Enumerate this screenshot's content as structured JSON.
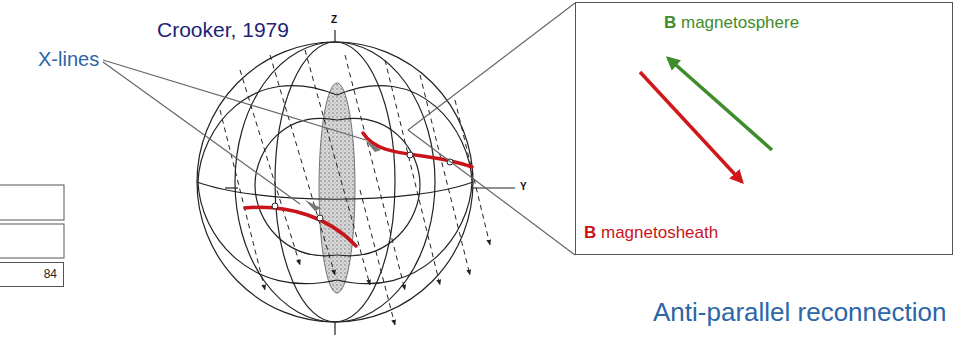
{
  "diagram": {
    "nodes": [
      {
        "text": [
          "B magnetosphere",
          "B magnetosheath"
        ]
      },
      {
        "text": [
          "84"
        ]
      }
    ],
    "labels": [
      "Crooker, 1979",
      "X-lines",
      "Z",
      "Y",
      "Anti-parallel reconnection"
    ]
  }
}
